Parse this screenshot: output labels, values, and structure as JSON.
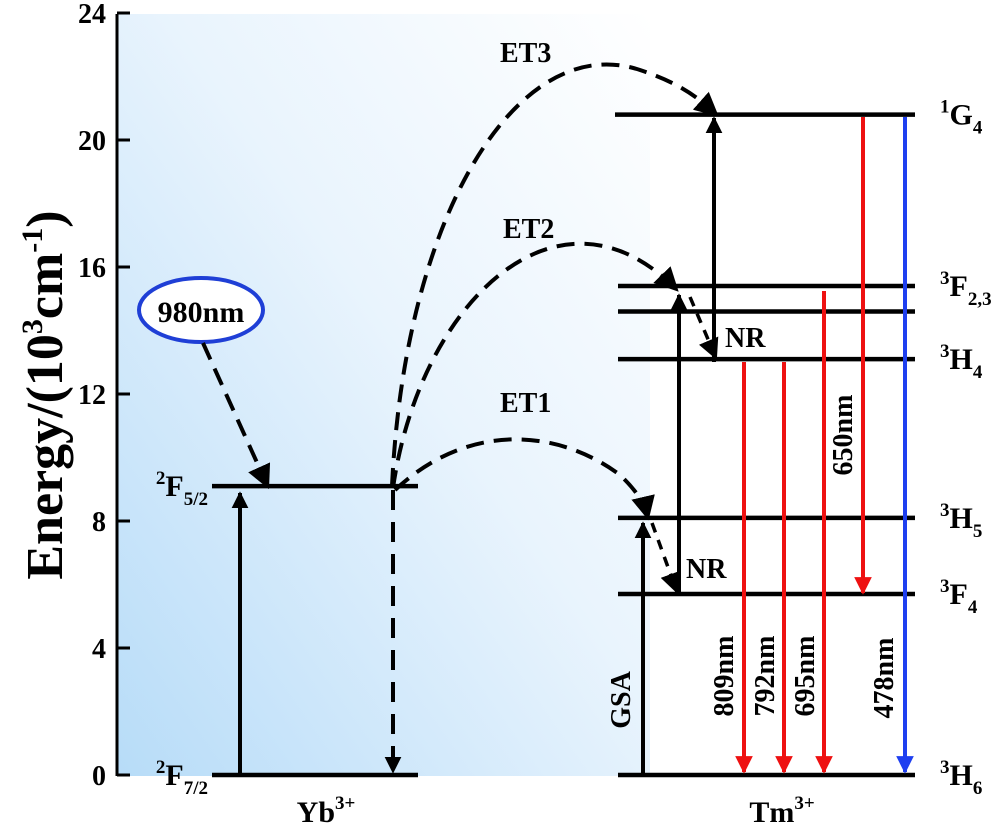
{
  "axis": {
    "ylabel": "Energy/(10³cm⁻¹)",
    "ylabel_main": "Energy/(10",
    "ylabel_sup1": "3",
    "ylabel_mid": "cm",
    "ylabel_sup2": "-1",
    "ylabel_end": ")",
    "ylim": [
      0,
      24
    ],
    "ticks": [
      {
        "value": 0,
        "label": "0"
      },
      {
        "value": 4,
        "label": "4"
      },
      {
        "value": 8,
        "label": "8"
      },
      {
        "value": 12,
        "label": "12"
      },
      {
        "value": 16,
        "label": "16"
      },
      {
        "value": 20,
        "label": "20"
      },
      {
        "value": 24,
        "label": "24"
      }
    ]
  },
  "ions": {
    "yb": {
      "name": "Yb",
      "charge": "3+"
    },
    "tm": {
      "name": "Tm",
      "charge": "3+"
    }
  },
  "pump": {
    "label": "980nm",
    "color": "#1f3fd6"
  },
  "levels": {
    "yb": [
      {
        "id": "2F7/2",
        "energy": 0,
        "sup": "2",
        "main": "F",
        "sub": "7/2"
      },
      {
        "id": "2F5/2",
        "energy": 9.1,
        "sup": "2",
        "main": "F",
        "sub": "5/2"
      }
    ],
    "tm": [
      {
        "id": "3H6",
        "energy": 0,
        "sup": "3",
        "main": "H",
        "sub": "6"
      },
      {
        "id": "3F4",
        "energy": 5.7,
        "sup": "3",
        "main": "F",
        "sub": "4"
      },
      {
        "id": "3H5",
        "energy": 8.1,
        "sup": "3",
        "main": "H",
        "sub": "5"
      },
      {
        "id": "3H4",
        "energy": 13.1,
        "sup": "3",
        "main": "H",
        "sub": "4"
      },
      {
        "id": "3F3",
        "energy": 14.6,
        "sup": "",
        "main": "",
        "sub": ""
      },
      {
        "id": "3F2",
        "energy": 15.4,
        "sup": "3",
        "main": "F",
        "sub": "2,3"
      },
      {
        "id": "1G4",
        "energy": 20.8,
        "sup": "1",
        "main": "G",
        "sub": "4"
      }
    ]
  },
  "transfers": {
    "et1": "ET1",
    "et2": "ET2",
    "et3": "ET3",
    "nr_upper": "NR",
    "nr_lower": "NR",
    "gsa": "GSA"
  },
  "emissions": [
    {
      "label": "809nm",
      "color": "#ee1111",
      "from": "3H4",
      "to": "3H6"
    },
    {
      "label": "792nm",
      "color": "#ee1111",
      "from": "3H4",
      "to": "3H6"
    },
    {
      "label": "695nm",
      "color": "#ee1111",
      "from": "3F2",
      "to": "3H6"
    },
    {
      "label": "650nm",
      "color": "#ee1111",
      "from": "1G4",
      "to": "3F4"
    },
    {
      "label": "478nm",
      "color": "#1e3ff0",
      "from": "1G4",
      "to": "3H6"
    }
  ],
  "colors": {
    "line": "#000000",
    "background_gradient_start": "#b7dcf8",
    "background_gradient_end": "#ffffff"
  }
}
